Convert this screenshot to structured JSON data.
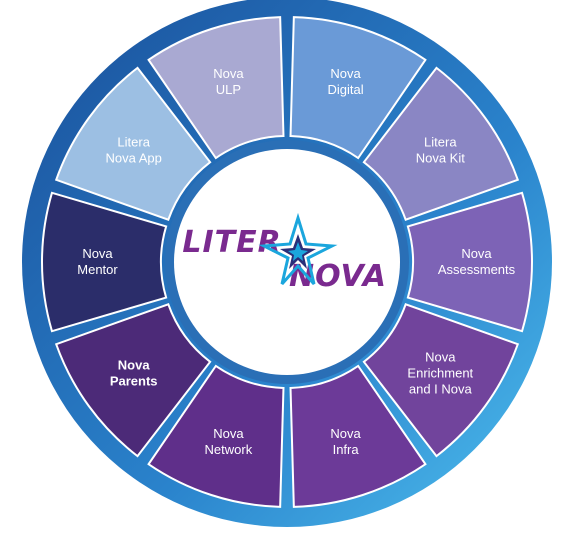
{
  "logo": {
    "word1": "LITER",
    "word2": "NOVA",
    "colors": {
      "purple": "#7a2a8f",
      "cyan": "#1ba6dd",
      "navy": "#2a2f7a"
    }
  },
  "ring": {
    "outer_color": "#1f64ab",
    "inner_color": "#ffffff"
  },
  "segments": [
    {
      "lines": [
        "Nova",
        "Digital"
      ],
      "color": "#6a9ad7",
      "bold": false
    },
    {
      "lines": [
        "Litera",
        "Nova Kit"
      ],
      "color": "#8a86c4",
      "bold": false
    },
    {
      "lines": [
        "Nova",
        "Assessments"
      ],
      "color": "#7d63b6",
      "bold": false
    },
    {
      "lines": [
        "Nova",
        "Enrichment",
        "and I Nova"
      ],
      "color": "#71449c",
      "bold": false
    },
    {
      "lines": [
        "Nova",
        "Infra"
      ],
      "color": "#6c3a98",
      "bold": false
    },
    {
      "lines": [
        "Nova",
        "Network"
      ],
      "color": "#5f2f8a",
      "bold": false
    },
    {
      "lines": [
        "Nova",
        "Parents"
      ],
      "color": "#4c2a78",
      "bold": true
    },
    {
      "lines": [
        "Nova",
        "Mentor"
      ],
      "color": "#2b2d6a",
      "bold": false
    },
    {
      "lines": [
        "Litera",
        "Nova App"
      ],
      "color": "#9cbfe3",
      "bold": false
    },
    {
      "lines": [
        "Nova",
        "ULP"
      ],
      "color": "#a9a9d2",
      "bold": false
    }
  ]
}
